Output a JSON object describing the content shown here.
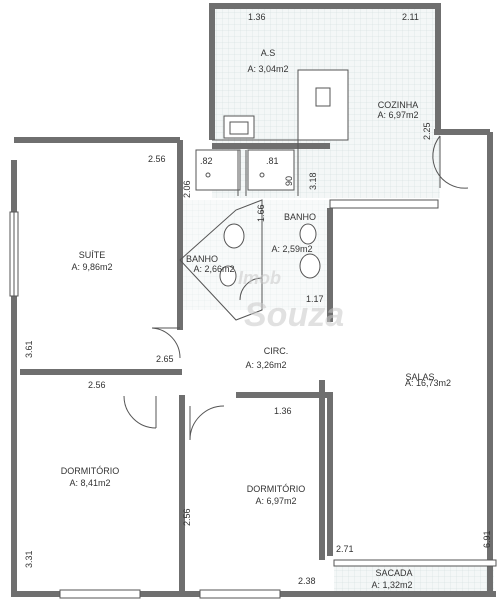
{
  "rooms": {
    "as": {
      "name": "A.S",
      "area": "A: 3,04m2"
    },
    "cozinha": {
      "name": "COZINHA",
      "area": "A: 6,97m2"
    },
    "suite": {
      "name": "SUÍTE",
      "area": "A: 9,86m2"
    },
    "banho1": {
      "name": "BANHO",
      "area": "A: 2,66m2"
    },
    "banho2": {
      "name": "BANHO",
      "area": "A: 2,59m2"
    },
    "circ": {
      "name": "CIRC.",
      "area": "A: 3,26m2"
    },
    "salas": {
      "name": "SALAS",
      "area": "A: 16,73m2"
    },
    "dorm1": {
      "name": "DORMITÓRIO",
      "area": "A: 8,41m2"
    },
    "dorm2": {
      "name": "DORMITÓRIO",
      "area": "A: 6,97m2"
    },
    "sacada": {
      "name": "SACADA",
      "area": "A: 1,32m2"
    }
  },
  "dimensions": {
    "as_width": "1.36",
    "cozinha_width": "2.11",
    "cozinha_depth": "2.25",
    "kitchen_wall": "3.18",
    "suite_width": "2.56",
    "suite_height": "3.61",
    "shaft1": ".82",
    "shaft2": ".81",
    "shaft_h": "2.06",
    "shaft_h2": "90",
    "banho_h": "1.66",
    "banho_w": "1.17",
    "circ_w": "2.65",
    "dorm1_width": "2.56",
    "dorm1_height": "3.31",
    "dorm2_width": "1.36",
    "dorm2_height": "2.56",
    "dorm2_bottom": "2.38",
    "sacada_width": "2.71",
    "salas_height": "6.91"
  },
  "watermark": {
    "top": "Imob",
    "bottom": "Souza"
  },
  "colors": {
    "wall": "#7a7a7a",
    "line": "#555555",
    "grid": "#cfd9d9",
    "fill": "#ffffff"
  }
}
